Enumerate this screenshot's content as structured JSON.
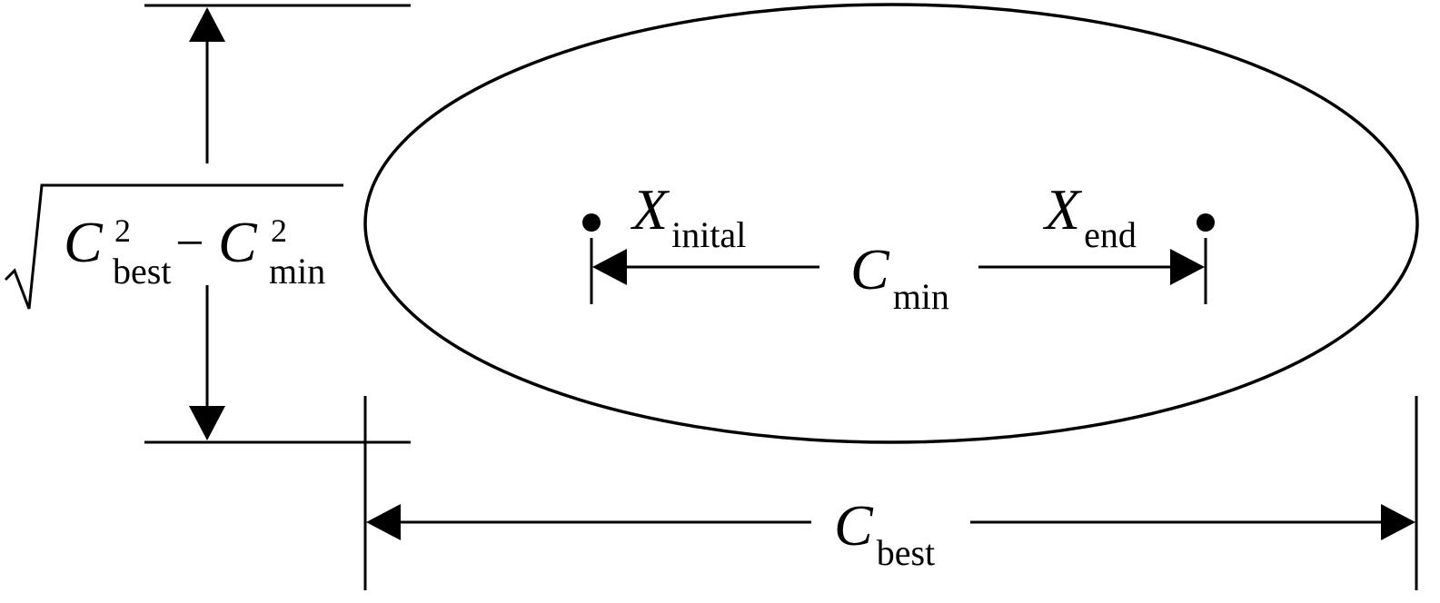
{
  "labels": {
    "c_best": {
      "base": "C",
      "sub": "best"
    },
    "c_min": {
      "base": "C",
      "sub": "min"
    },
    "x_initial": {
      "base": "X",
      "sub": "inital"
    },
    "x_end": {
      "base": "X",
      "sub": "end"
    },
    "height_formula": {
      "term1_base": "C",
      "term1_sub": "best",
      "term1_sup": "2",
      "operator": "−",
      "term2_base": "C",
      "term2_sub": "min",
      "term2_sup": "2"
    }
  }
}
